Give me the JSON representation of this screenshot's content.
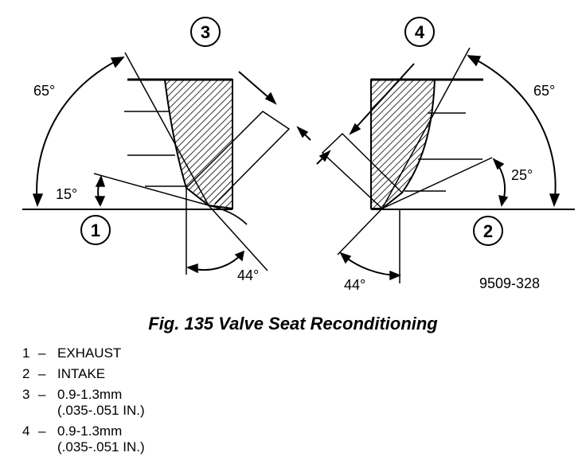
{
  "figure": {
    "callouts": [
      "1",
      "2",
      "3",
      "4"
    ],
    "angles": {
      "left_top": "65°",
      "left_bottom": "15°",
      "left_seat": "44°",
      "right_top": "65°",
      "right_mid": "25°",
      "right_seat": "44°"
    },
    "figure_id": "9509-328"
  },
  "caption": "Fig. 135 Valve Seat Reconditioning",
  "legend": [
    {
      "num": "1",
      "dash": "–",
      "text": "EXHAUST"
    },
    {
      "num": "2",
      "dash": "–",
      "text": "INTAKE"
    },
    {
      "num": "3",
      "dash": "–",
      "text": "0.9-1.3mm\n(.035-.051 IN.)"
    },
    {
      "num": "4",
      "dash": "–",
      "text": "0.9-1.3mm\n(.035-.051 IN.)"
    }
  ]
}
